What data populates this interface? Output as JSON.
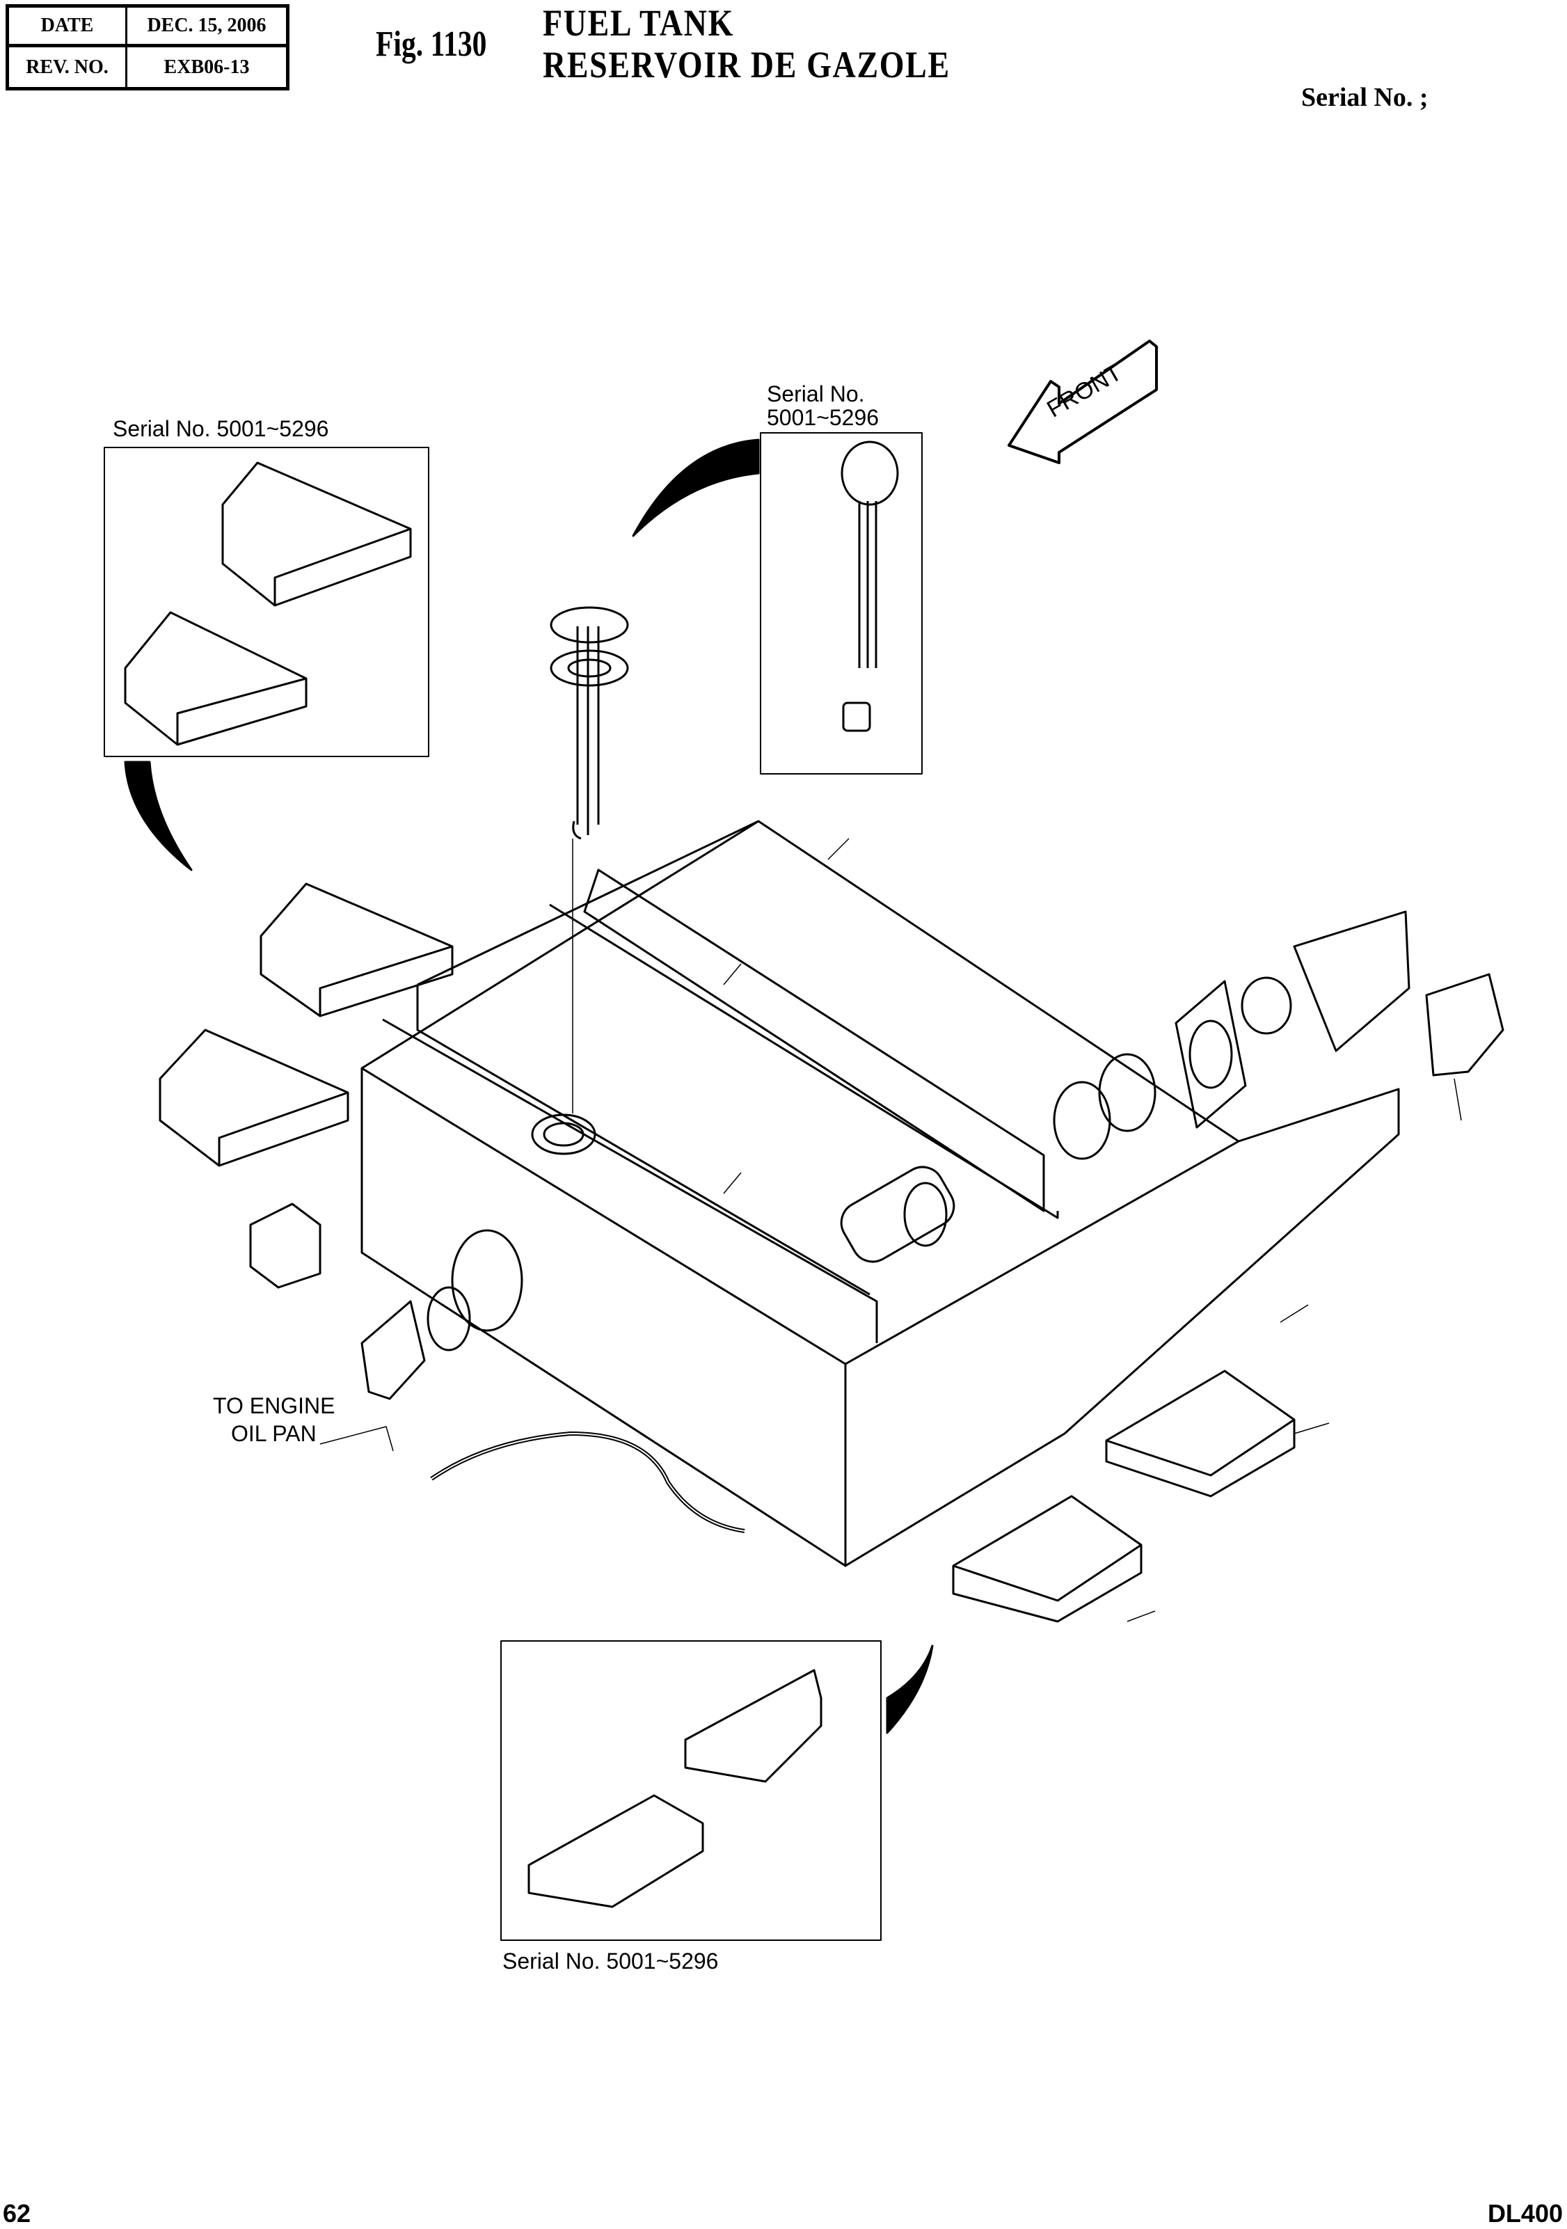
{
  "header": {
    "date_label": "DATE",
    "date_value": "DEC. 15, 2006",
    "rev_label": "REV. NO.",
    "rev_value": "EXB06-13",
    "figure": "Fig. 1130",
    "title_en": "FUEL TANK",
    "title_fr": "RESERVOIR DE GAZOLE",
    "serial": "Serial No. ;"
  },
  "diagram": {
    "inset_top_left_label": "Serial No. 5001~5296",
    "inset_top_center_label_line1": "Serial No.",
    "inset_top_center_label_line2": "5001~5296",
    "inset_bottom_label": "Serial No. 5001~5296",
    "front_arrow": "FRONT",
    "engine_note_line1": "TO ENGINE",
    "engine_note_line2": "OIL PAN"
  },
  "footer": {
    "page_number": "62",
    "model": "DL400"
  }
}
